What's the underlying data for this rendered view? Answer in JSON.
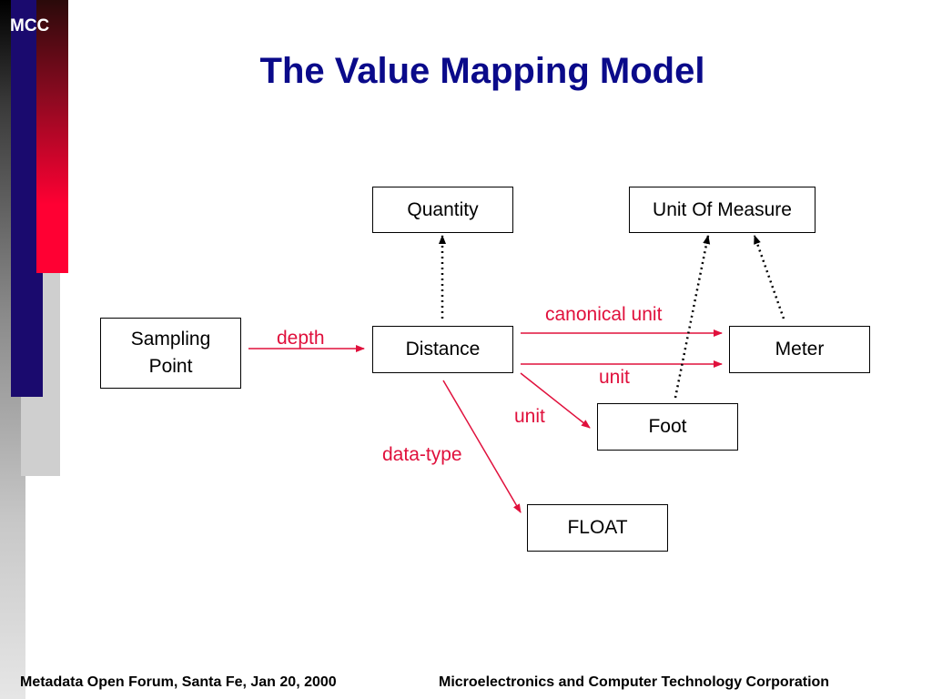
{
  "slide": {
    "logo": "MCC",
    "title": "The Value Mapping Model"
  },
  "nodes": {
    "quantity": "Quantity",
    "unit_of_measure": "Unit Of Measure",
    "sampling_point": "Sampling Point",
    "distance": "Distance",
    "meter": "Meter",
    "foot": "Foot",
    "float": "FLOAT"
  },
  "edges": {
    "depth": "depth",
    "canonical_unit": "canonical unit",
    "unit_meter": "unit",
    "unit_foot": "unit",
    "data_type": "data-type"
  },
  "footer": {
    "left": "Metadata Open Forum, Santa Fe, Jan 20, 2000",
    "right": "Microelectronics and Computer Technology Corporation"
  },
  "colors": {
    "title": "#0a0a8a",
    "edge_labels": "#e0103c",
    "bar_navy": "#1a0a6e",
    "bar_red": "#ff0033"
  }
}
